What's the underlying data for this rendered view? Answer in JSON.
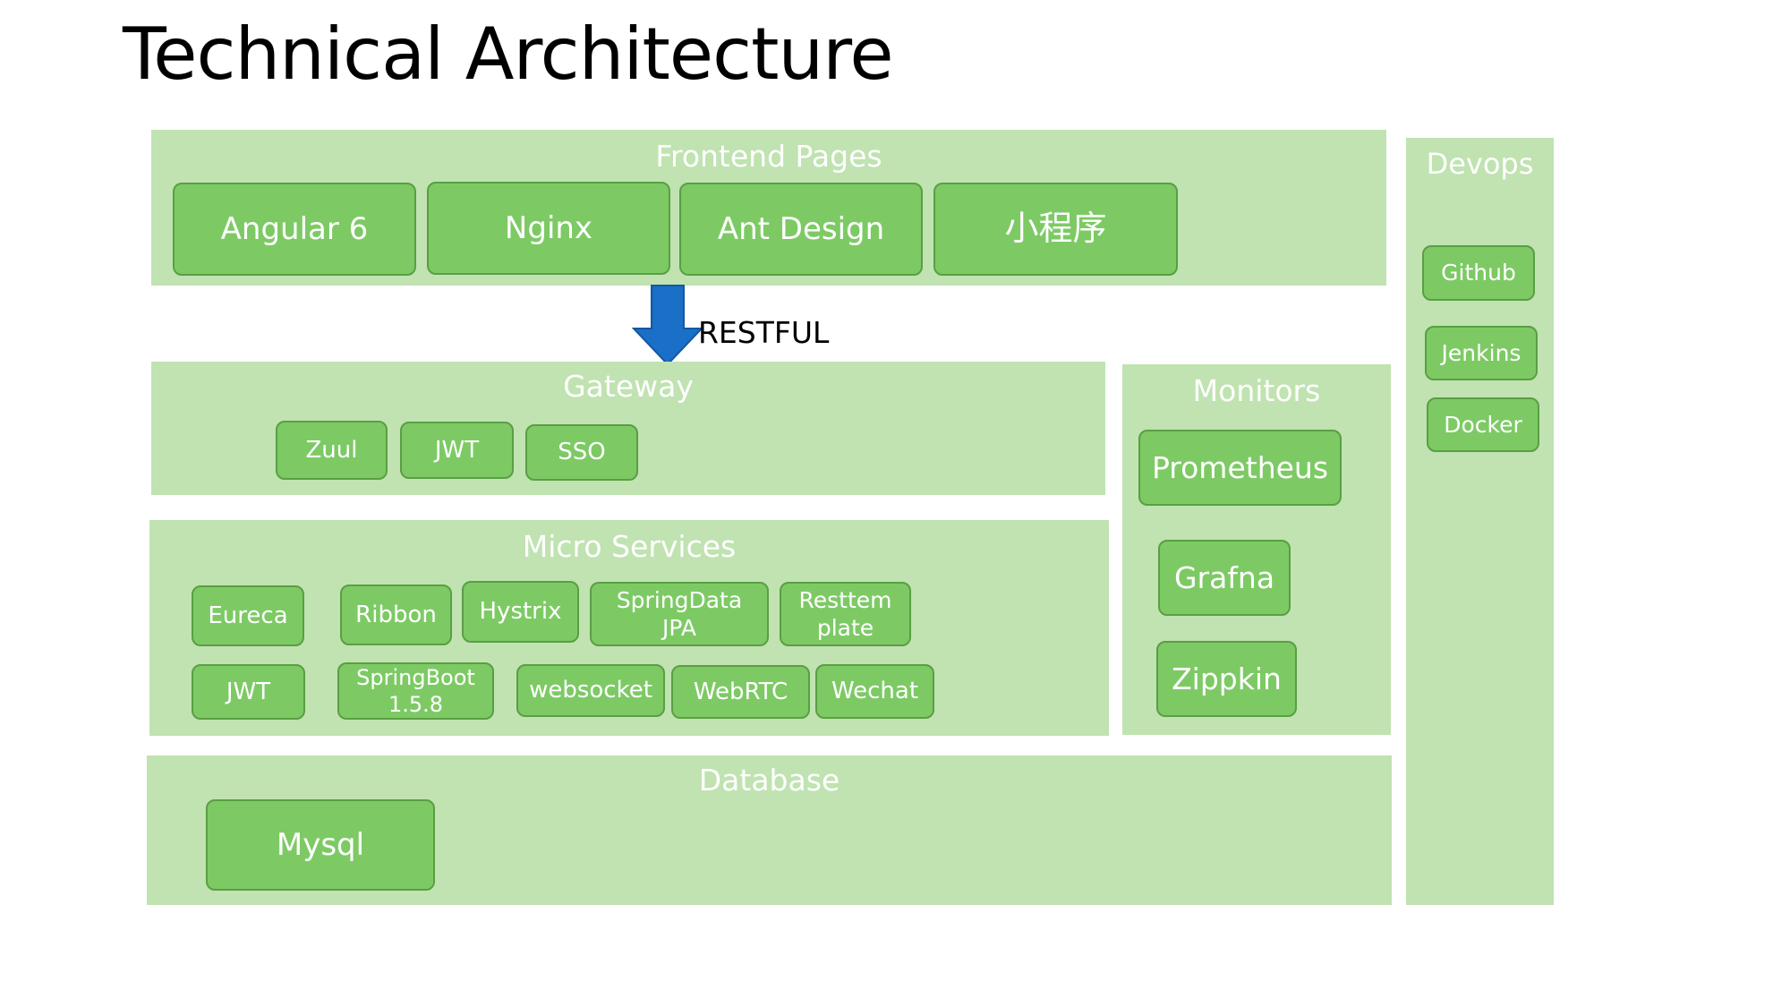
{
  "title": "Technical Architecture",
  "colors": {
    "panel": "#c0e3b1",
    "box": "#7dca65",
    "box_border": "#5a9e44",
    "arrow": "#1a6fc7"
  },
  "frontend": {
    "label": "Frontend Pages",
    "items": [
      "Angular 6",
      "Nginx",
      "Ant Design",
      "小程序"
    ]
  },
  "connector": {
    "label": "RESTFUL",
    "icon": "arrow-down-icon"
  },
  "gateway": {
    "label": "Gateway",
    "items": [
      "Zuul",
      "JWT",
      "SSO"
    ]
  },
  "micro": {
    "label": "Micro Services",
    "items": [
      "Eureca",
      "Ribbon",
      "Hystrix",
      "SpringData\nJPA",
      "Resttem\nplate",
      "JWT",
      "SpringBoot\n1.5.8",
      "websocket",
      "WebRTC",
      "Wechat"
    ]
  },
  "monitors": {
    "label": "Monitors",
    "items": [
      "Prometheus",
      "Grafna",
      "Zippkin"
    ]
  },
  "database": {
    "label": "Database",
    "items": [
      "Mysql"
    ]
  },
  "devops": {
    "label": "Devops",
    "items": [
      "Github",
      "Jenkins",
      "Docker"
    ]
  }
}
